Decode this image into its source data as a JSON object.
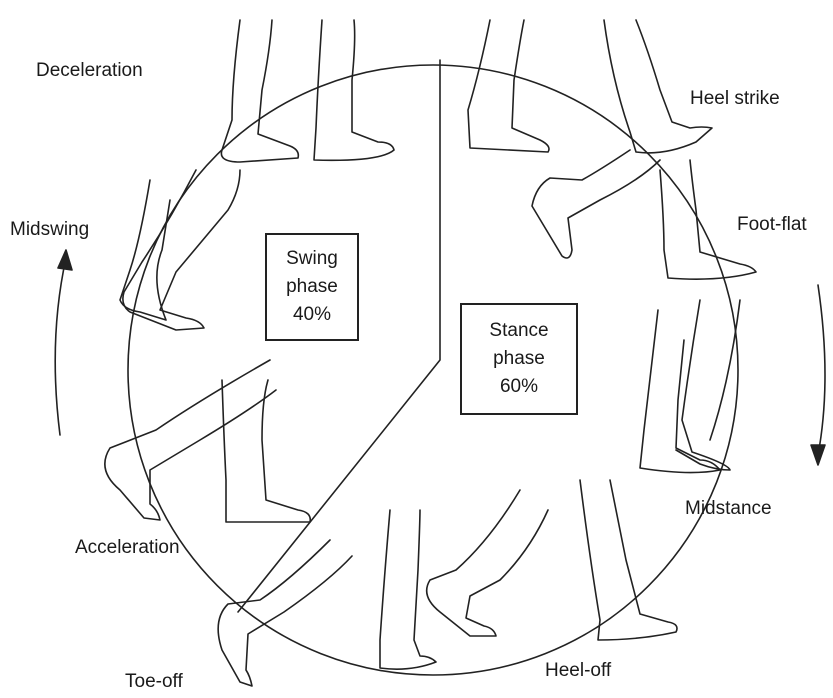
{
  "labels": {
    "deceleration": "Deceleration",
    "heel_strike": "Heel strike",
    "midswing": "Midswing",
    "foot_flat": "Foot-flat",
    "midstance": "Midstance",
    "acceleration": "Acceleration",
    "toe_off": "Toe-off",
    "heel_off": "Heel-off"
  },
  "swing_box": {
    "line1": "Swing",
    "line2": "phase",
    "line3": "40%"
  },
  "stance_box": {
    "line1": "Stance",
    "line2": "phase",
    "line3": "60%"
  },
  "phases": [
    {
      "name": "Swing phase",
      "percent": 40
    },
    {
      "name": "Stance phase",
      "percent": 60
    }
  ]
}
